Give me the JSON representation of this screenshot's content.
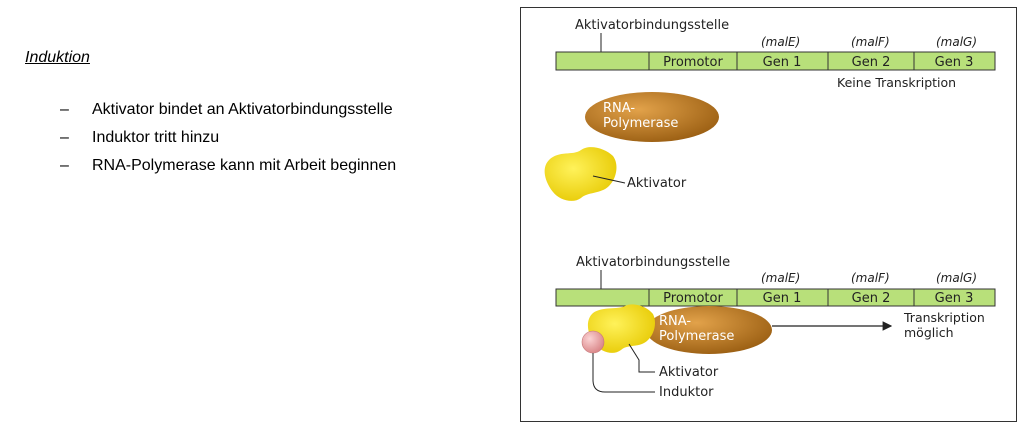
{
  "slide": {
    "heading": "Induktion",
    "bullet_marker": "–",
    "bullets": [
      "Aktivator bindet an Aktivatorbindungsstelle",
      "Induktor tritt hinzu",
      "RNA-Polymerase kann mit Arbeit beginnen"
    ]
  },
  "diagram": {
    "colors": {
      "dna": "#b8e07a",
      "polymerase": "#b8761f",
      "activator": "#f2e21a",
      "inductor": "#e8a2a4"
    },
    "top": {
      "site_label": "Aktivatorbindungsstelle",
      "promoter": "Promotor",
      "genes": [
        "Gen 1",
        "Gen 2",
        "Gen 3"
      ],
      "gene_names": [
        "(malE)",
        "(malF)",
        "(malG)"
      ],
      "status": "Keine Transkription",
      "polymerase_line1": "RNA-",
      "polymerase_line2": "Polymerase",
      "activator_label": "Aktivator"
    },
    "bottom": {
      "site_label": "Aktivatorbindungsstelle",
      "promoter": "Promotor",
      "genes": [
        "Gen 1",
        "Gen 2",
        "Gen 3"
      ],
      "gene_names": [
        "(malE)",
        "(malF)",
        "(malG)"
      ],
      "polymerase_line1": "RNA-",
      "polymerase_line2": "Polymerase",
      "transcription_line1": "Transkription",
      "transcription_line2": "möglich",
      "activator_label": "Aktivator",
      "inductor_label": "Induktor"
    }
  }
}
